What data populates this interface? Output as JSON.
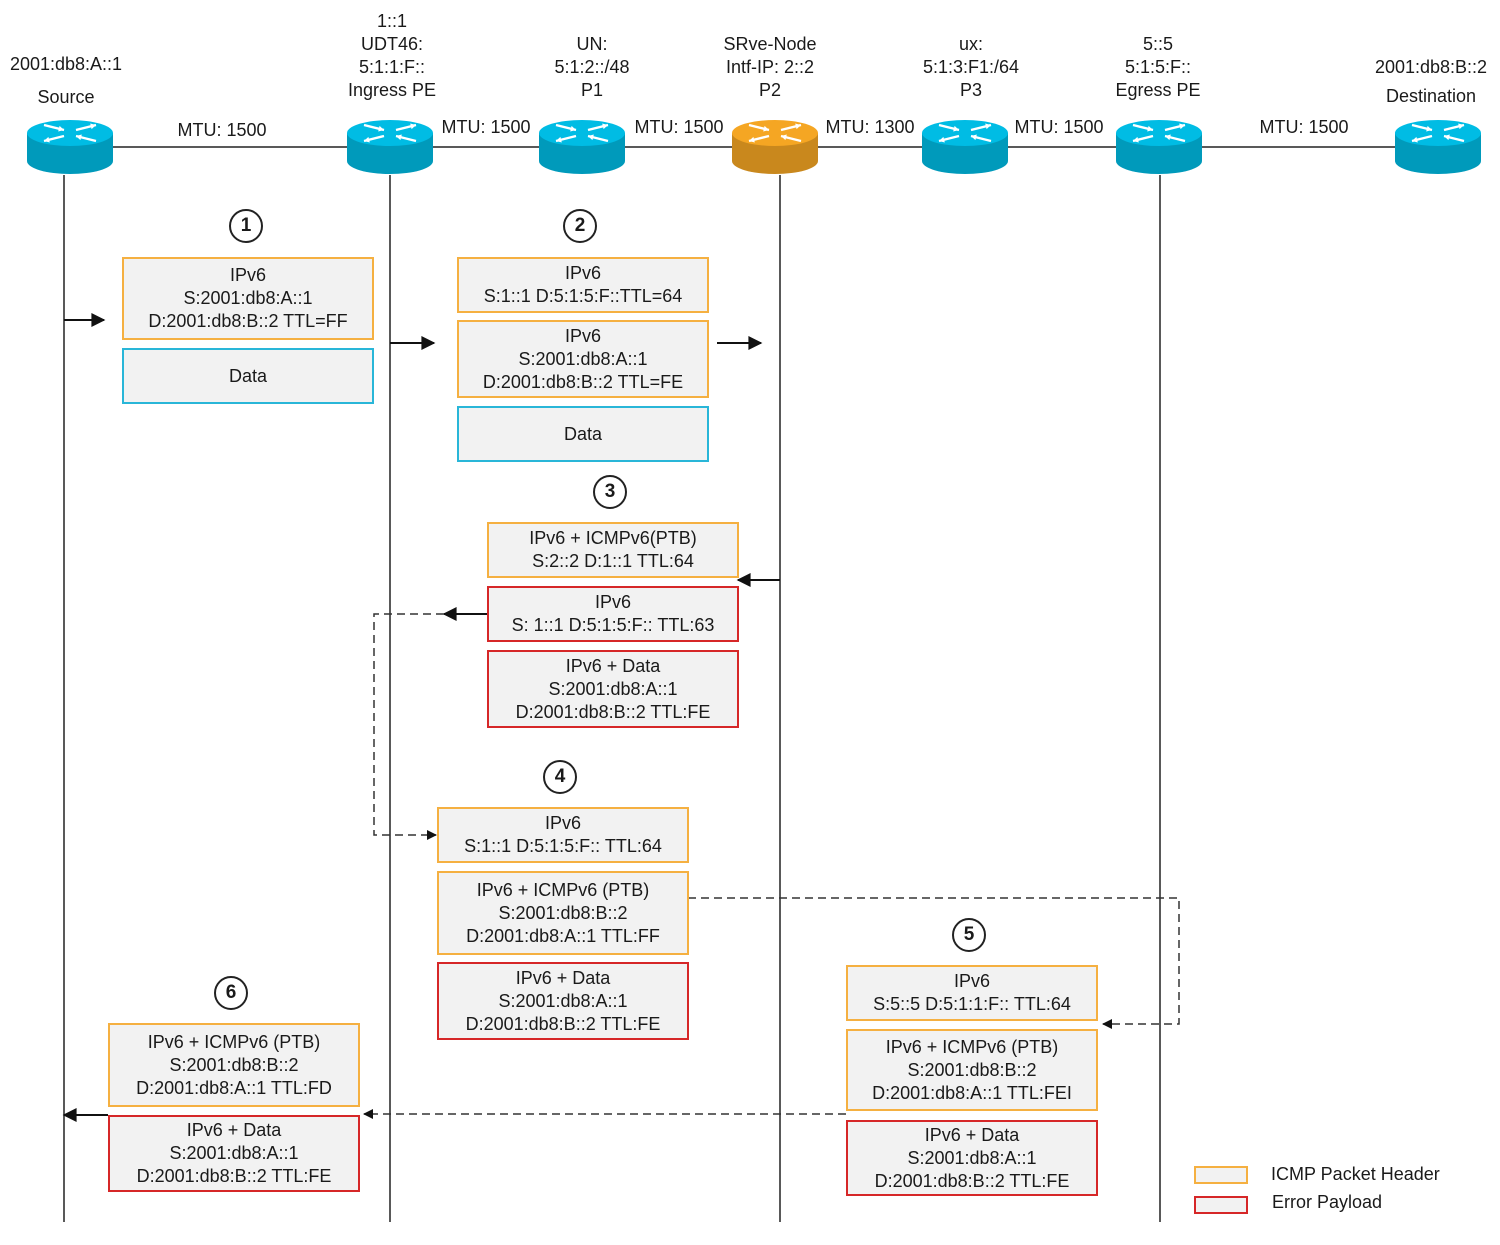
{
  "nodes": [
    {
      "id": "source",
      "role": "Source",
      "info": [
        "2001:db8:A::1"
      ],
      "color": "#00bce4"
    },
    {
      "id": "ingress",
      "role": "Ingress PE",
      "info": [
        "1::1",
        "UDT46:",
        "5:1:1:F::"
      ],
      "color": "#00bce4"
    },
    {
      "id": "p1",
      "role": "P1",
      "info": [
        "UN:",
        "5:1:2::/48"
      ],
      "color": "#00bce4"
    },
    {
      "id": "p2",
      "role": "P2",
      "info": [
        "SRve-Node",
        "Intf-IP: 2::2"
      ],
      "color": "#f5a623"
    },
    {
      "id": "p3",
      "role": "P3",
      "info": [
        "ux:",
        "5:1:3:F1:/64"
      ],
      "color": "#00bce4"
    },
    {
      "id": "egress",
      "role": "Egress PE",
      "info": [
        "5::5",
        "5:1:5:F::"
      ],
      "color": "#00bce4"
    },
    {
      "id": "destination",
      "role": "Destination",
      "info": [
        "2001:db8:B::2"
      ],
      "color": "#00bce4"
    }
  ],
  "links": [
    {
      "mtu": "MTU: 1500"
    },
    {
      "mtu": "MTU: 1500"
    },
    {
      "mtu": "MTU: 1500"
    },
    {
      "mtu": "MTU: 1300"
    },
    {
      "mtu": "MTU: 1500"
    },
    {
      "mtu": "MTU: 1500"
    }
  ],
  "steps": [
    "1",
    "2",
    "3",
    "4",
    "5",
    "6"
  ],
  "packets": {
    "s1_ipv6": [
      "IPv6",
      "S:2001:db8:A::1",
      "D:2001:db8:B::2 TTL=FF"
    ],
    "s1_data": [
      "Data"
    ],
    "s2_outer": [
      "IPv6",
      "S:1::1 D:5:1:5:F::TTL=64"
    ],
    "s2_inner": [
      "IPv6",
      "S:2001:db8:A::1",
      "D:2001:db8:B::2 TTL=FE"
    ],
    "s2_data": [
      "Data"
    ],
    "s3_icmp": [
      "IPv6 + ICMPv6(PTB)",
      "S:2::2 D:1::1 TTL:64"
    ],
    "s3_ipv6": [
      "IPv6",
      "S: 1::1 D:5:1:5:F:: TTL:63"
    ],
    "s3_data": [
      "IPv6 + Data",
      "S:2001:db8:A::1",
      "D:2001:db8:B::2 TTL:FE"
    ],
    "s4_outer": [
      "IPv6",
      "S:1::1 D:5:1:5:F:: TTL:64"
    ],
    "s4_icmp": [
      "IPv6 + ICMPv6 (PTB)",
      "S:2001:db8:B::2",
      "D:2001:db8:A::1 TTL:FF"
    ],
    "s4_data": [
      "IPv6 + Data",
      "S:2001:db8:A::1",
      "D:2001:db8:B::2 TTL:FE"
    ],
    "s5_outer": [
      "IPv6",
      "S:5::5 D:5:1:1:F:: TTL:64"
    ],
    "s5_icmp": [
      "IPv6 + ICMPv6 (PTB)",
      "S:2001:db8:B::2",
      "D:2001:db8:A::1 TTL:FEI"
    ],
    "s5_data": [
      "IPv6 + Data",
      "S:2001:db8:A::1",
      "D:2001:db8:B::2 TTL:FE"
    ],
    "s6_icmp": [
      "IPv6 + ICMPv6 (PTB)",
      "S:2001:db8:B::2",
      "D:2001:db8:A::1 TTL:FD"
    ],
    "s6_data": [
      "IPv6 + Data",
      "S:2001:db8:A::1",
      "D:2001:db8:B::2 TTL:FE"
    ]
  },
  "legend": {
    "icmp_header": "ICMP Packet Header",
    "error_payload": "Error Payload"
  },
  "colors": {
    "header_border": "#f5b041",
    "error_border": "#d62728",
    "data_border": "#29b6d8",
    "box_fill": "#f2f2f2"
  }
}
